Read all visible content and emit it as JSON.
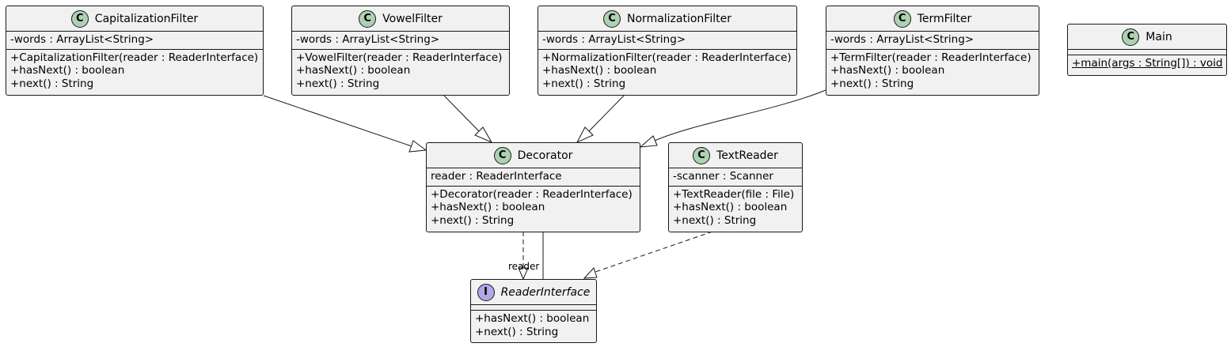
{
  "classes": {
    "capitalization": {
      "stereotype": "C",
      "name": "CapitalizationFilter",
      "fields": [
        "-words : ArrayList<String>"
      ],
      "methods": [
        "+CapitalizationFilter(reader : ReaderInterface)",
        "+hasNext() : boolean",
        "+next() : String"
      ]
    },
    "vowel": {
      "stereotype": "C",
      "name": "VowelFilter",
      "fields": [
        "-words : ArrayList<String>"
      ],
      "methods": [
        "+VowelFilter(reader : ReaderInterface)",
        "+hasNext() : boolean",
        "+next() : String"
      ]
    },
    "normalization": {
      "stereotype": "C",
      "name": "NormalizationFilter",
      "fields": [
        "-words : ArrayList<String>"
      ],
      "methods": [
        "+NormalizationFilter(reader : ReaderInterface)",
        "+hasNext() : boolean",
        "+next() : String"
      ]
    },
    "term": {
      "stereotype": "C",
      "name": "TermFilter",
      "fields": [
        "-words : ArrayList<String>"
      ],
      "methods": [
        "+TermFilter(reader : ReaderInterface)",
        "+hasNext() : boolean",
        "+next() : String"
      ]
    },
    "main": {
      "stereotype": "C",
      "name": "Main",
      "fields": [],
      "methods": [
        "+main(args : String[]) : void"
      ]
    },
    "decorator": {
      "stereotype": "C",
      "name": "Decorator",
      "fields": [
        "reader : ReaderInterface"
      ],
      "methods": [
        "+Decorator(reader : ReaderInterface)",
        "+hasNext() : boolean",
        "+next() : String"
      ]
    },
    "textreader": {
      "stereotype": "C",
      "name": "TextReader",
      "fields": [
        "-scanner : Scanner"
      ],
      "methods": [
        "+TextReader(file : File)",
        "+hasNext() : boolean",
        "+next() : String"
      ]
    },
    "readerinterface": {
      "stereotype": "I",
      "name": "ReaderInterface",
      "fields": [],
      "methods": [
        "+hasNext() : boolean",
        "+next() : String"
      ]
    }
  },
  "relations": [
    {
      "from": "CapitalizationFilter",
      "to": "Decorator",
      "kind": "extends"
    },
    {
      "from": "VowelFilter",
      "to": "Decorator",
      "kind": "extends"
    },
    {
      "from": "NormalizationFilter",
      "to": "Decorator",
      "kind": "extends"
    },
    {
      "from": "TermFilter",
      "to": "Decorator",
      "kind": "extends"
    },
    {
      "from": "Decorator",
      "to": "ReaderInterface",
      "kind": "implements"
    },
    {
      "from": "TextReader",
      "to": "ReaderInterface",
      "kind": "implements"
    },
    {
      "from": "Decorator",
      "to": "ReaderInterface",
      "kind": "association",
      "label": "reader"
    }
  ],
  "colors": {
    "class_fill": "#f1f1f1",
    "border": "#181818",
    "class_badge": "#add1b2",
    "interface_badge": "#b4a7e5"
  }
}
